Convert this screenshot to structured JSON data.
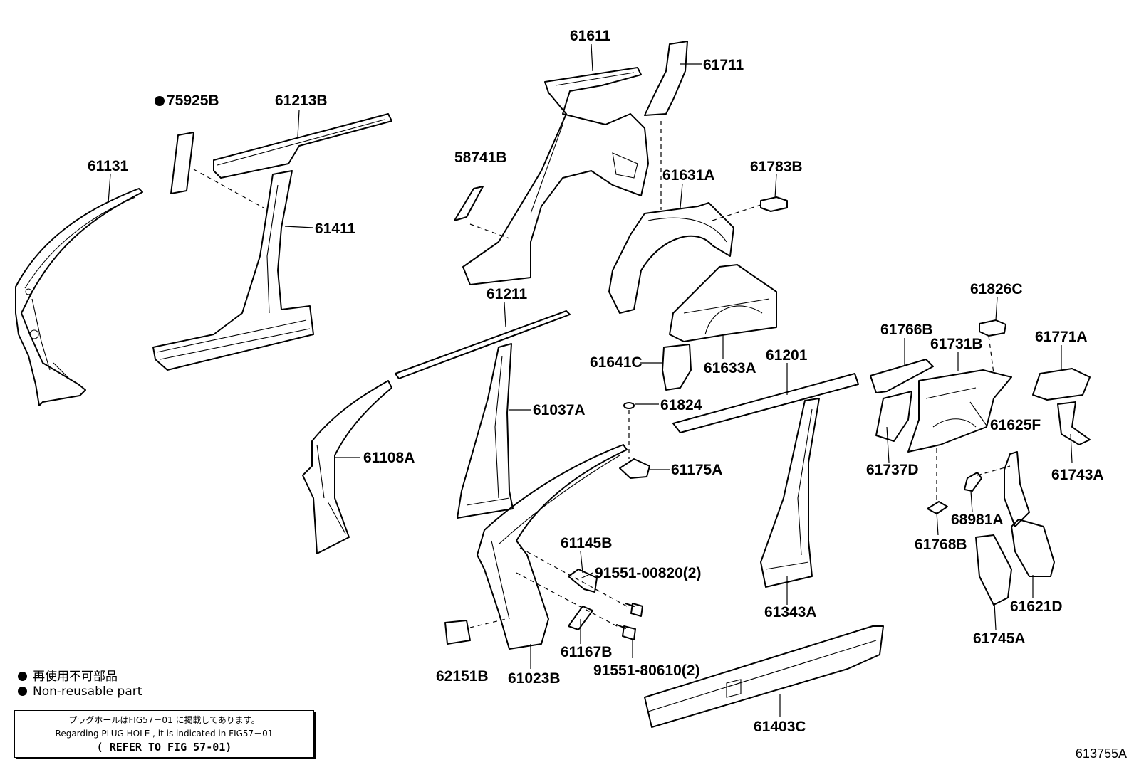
{
  "labels": [
    {
      "id": "61131",
      "text": "61131"
    },
    {
      "id": "75925B",
      "text": "75925B"
    },
    {
      "id": "61213B",
      "text": "61213B"
    },
    {
      "id": "61411",
      "text": "61411"
    },
    {
      "id": "61611",
      "text": "61611"
    },
    {
      "id": "61711",
      "text": "61711"
    },
    {
      "id": "58741B",
      "text": "58741B"
    },
    {
      "id": "61631A",
      "text": "61631A"
    },
    {
      "id": "61783B",
      "text": "61783B"
    },
    {
      "id": "61211",
      "text": "61211"
    },
    {
      "id": "61826C",
      "text": "61826C"
    },
    {
      "id": "61766B",
      "text": "61766B"
    },
    {
      "id": "61731B",
      "text": "61731B"
    },
    {
      "id": "61771A",
      "text": "61771A"
    },
    {
      "id": "61641C",
      "text": "61641C"
    },
    {
      "id": "61633A",
      "text": "61633A"
    },
    {
      "id": "61201",
      "text": "61201"
    },
    {
      "id": "61037A",
      "text": "61037A"
    },
    {
      "id": "61824",
      "text": "61824"
    },
    {
      "id": "61625F",
      "text": "61625F"
    },
    {
      "id": "61108A",
      "text": "61108A"
    },
    {
      "id": "61175A",
      "text": "61175A"
    },
    {
      "id": "61737D",
      "text": "61737D"
    },
    {
      "id": "61743A",
      "text": "61743A"
    },
    {
      "id": "68981A",
      "text": "68981A"
    },
    {
      "id": "61145B",
      "text": "61145B"
    },
    {
      "id": "61768B",
      "text": "61768B"
    },
    {
      "id": "91551-00820",
      "text": "91551-00820(2)"
    },
    {
      "id": "61343A",
      "text": "61343A"
    },
    {
      "id": "61621D",
      "text": "61621D"
    },
    {
      "id": "61167B",
      "text": "61167B"
    },
    {
      "id": "61745A",
      "text": "61745A"
    },
    {
      "id": "62151B",
      "text": "62151B"
    },
    {
      "id": "61023B",
      "text": "61023B"
    },
    {
      "id": "91551-80610",
      "text": "91551-80610(2)"
    },
    {
      "id": "61403C",
      "text": "61403C"
    }
  ],
  "legend": {
    "jp": "再使用不可部品",
    "en": "Non-reusable part"
  },
  "note": {
    "line1": "プラグホールはFIG57－01 に掲載してあります。",
    "line2": "Regarding PLUG HOLE , it is indicated in FIG57－01",
    "line3": "( REFER TO FIG 57-01)"
  },
  "figure_code": "613755A"
}
